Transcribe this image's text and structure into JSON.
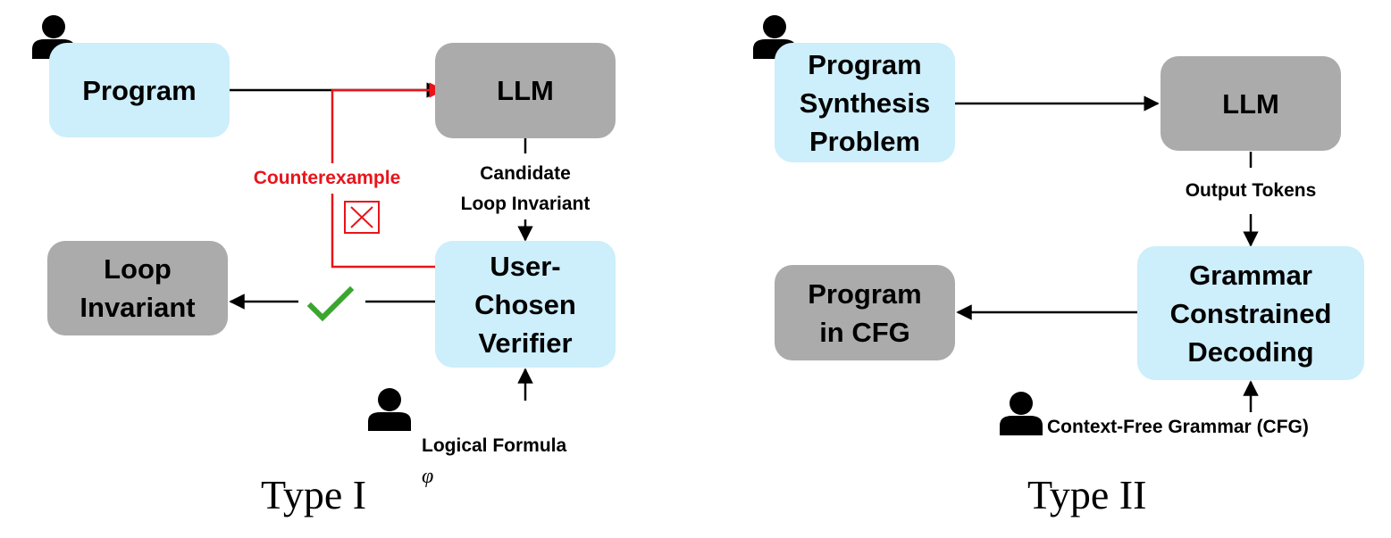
{
  "type1": {
    "caption": "Type I",
    "program": "Program",
    "llm": "LLM",
    "verifier": "User-\nChosen\nVerifier",
    "loop_invariant": "Loop\nInvariant",
    "candidate": "Candidate\nLoop Invariant",
    "counterexample": "Counterexample",
    "logical_formula": "Logical Formula",
    "phi": "φ"
  },
  "type2": {
    "caption": "Type II",
    "problem": "Program\nSynthesis\nProblem",
    "llm": "LLM",
    "output_tokens": "Output Tokens",
    "gcd": "Grammar\nConstrained\nDecoding",
    "program_cfg": "Program\nin CFG",
    "cfg": "Context-Free Grammar (CFG)"
  },
  "colors": {
    "user_box": "#cdeefb",
    "model_box": "#ababab",
    "counterexample": "#e8141a",
    "check": "#3aa62f"
  }
}
